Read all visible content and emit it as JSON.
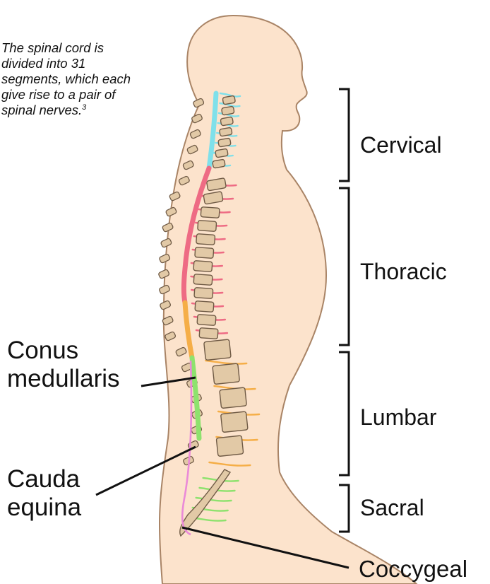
{
  "note": {
    "text": "The spinal cord is divided into 31 segments, which each give rise to a pair of spinal nerves.",
    "footnote": "3"
  },
  "regions": {
    "cervical": "Cervical",
    "thoracic": "Thoracic",
    "lumbar": "Lumbar",
    "sacral": "Sacral",
    "coccygeal": "Coccygeal"
  },
  "callouts": {
    "conus_line1": "Conus",
    "conus_line2": "medullaris",
    "cauda_line1": "Cauda",
    "cauda_line2": "equina"
  },
  "colors": {
    "skin": "#fce3cc",
    "outline": "#a98466",
    "vertebra": "#e2c9a6",
    "vertebra_outline": "#6f5a45",
    "cervical": "#7fe0ea",
    "thoracic": "#ee6b84",
    "lumbar": "#f5ae47",
    "sacral": "#8ee26e",
    "coccygeal": "#ea8ad8",
    "ink": "#111111"
  }
}
